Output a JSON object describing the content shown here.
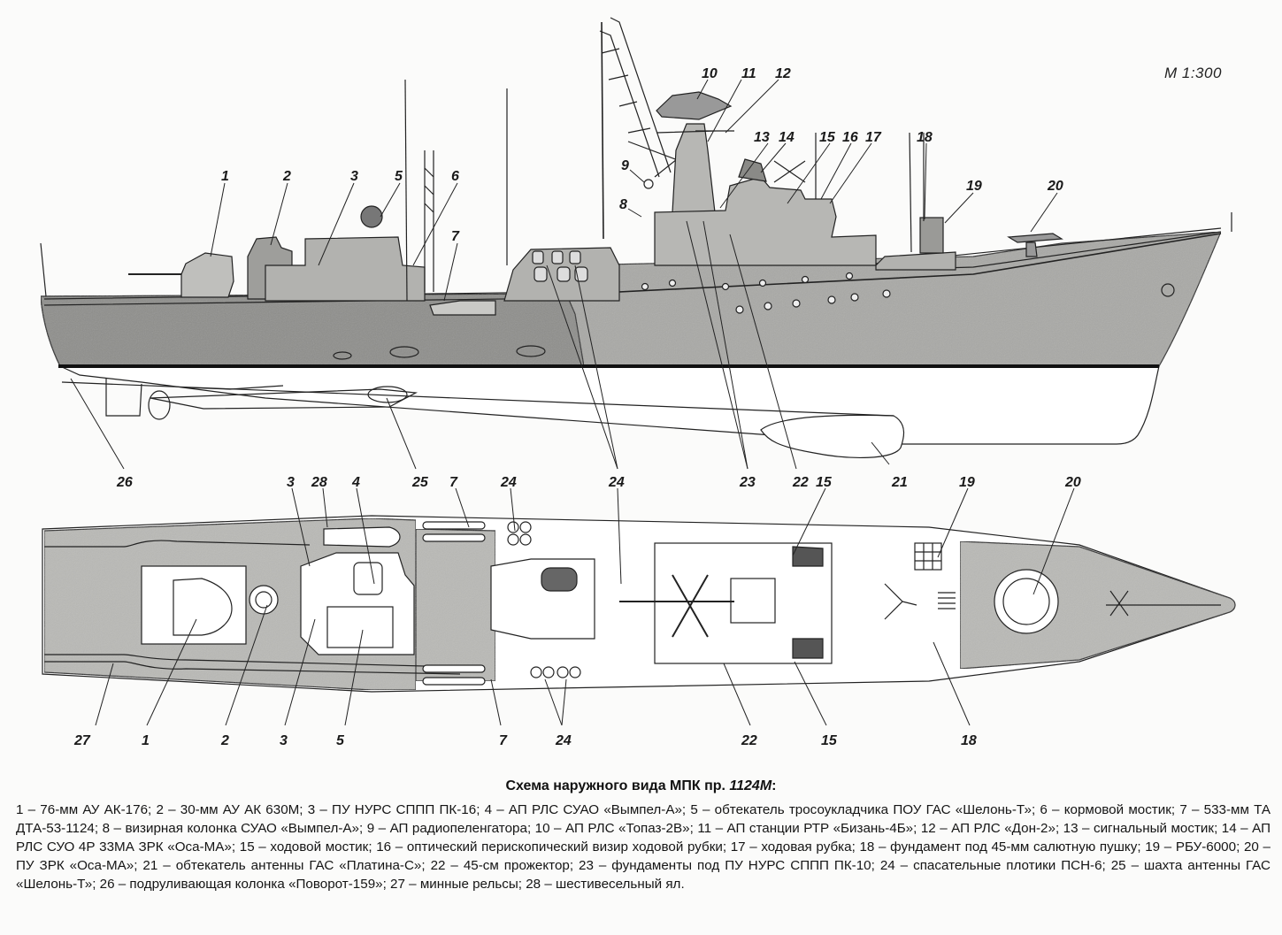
{
  "scale_label": "М 1:300",
  "caption": {
    "prefix": "Схема наружного вида МПК пр. ",
    "model": "1124М",
    "suffix": ":"
  },
  "colors": {
    "hull_upper": "#a9a9a6",
    "hull_aft_dark": "#8e8e8b",
    "deck_fill": "#b9b9b6",
    "line": "#222222",
    "underwater": "#ffffff",
    "paper": "#fbfbfa"
  },
  "side_view_callouts": [
    "1",
    "2",
    "3",
    "5",
    "6",
    "7",
    "8",
    "9",
    "10",
    "11",
    "12",
    "13",
    "14",
    "15",
    "16",
    "17",
    "18",
    "19",
    "20",
    "21",
    "22",
    "23",
    "24",
    "25",
    "26"
  ],
  "plan_view_top_callouts": [
    "3",
    "28",
    "4",
    "7",
    "24",
    "24",
    "15",
    "19",
    "20"
  ],
  "plan_view_bottom_callouts": [
    "27",
    "1",
    "2",
    "3",
    "5",
    "7",
    "24",
    "22",
    "15",
    "18"
  ],
  "legend": [
    {
      "num": "1",
      "text": "76-мм АУ АК-176"
    },
    {
      "num": "2",
      "text": "30-мм АУ АК 630М"
    },
    {
      "num": "3",
      "text": "ПУ НУРС СППП ПК-16"
    },
    {
      "num": "4",
      "text": "АП РЛС СУАО «Вымпел-А»"
    },
    {
      "num": "5",
      "text": "обтекатель тросоукладчика ПОУ ГАС «Шелонь-Т»"
    },
    {
      "num": "6",
      "text": "кормовой мостик"
    },
    {
      "num": "7",
      "text": "533-мм ТА ДТА-53-1124"
    },
    {
      "num": "8",
      "text": "визирная колонка СУАО «Вымпел-А»"
    },
    {
      "num": "9",
      "text": "АП радиопеленгатора"
    },
    {
      "num": "10",
      "text": "АП РЛС «Топаз-2В»"
    },
    {
      "num": "11",
      "text": "АП станции РТР «Бизань-4Б»"
    },
    {
      "num": "12",
      "text": "АП РЛС  «Дон-2»"
    },
    {
      "num": "13",
      "text": "сигнальный мостик"
    },
    {
      "num": "14",
      "text": "АП РЛС СУО 4Р 33МА ЗРК «Оса-МА»"
    },
    {
      "num": "15",
      "text": "ходовой мостик"
    },
    {
      "num": "16",
      "text": "оптический перископический визир ходовой рубки"
    },
    {
      "num": "17",
      "text": "ходовая рубка"
    },
    {
      "num": "18",
      "text": "фундамент под 45-мм салютную пушку"
    },
    {
      "num": "19",
      "text": "РБУ-6000"
    },
    {
      "num": "20",
      "text": "ПУ ЗРК «Оса-МА»"
    },
    {
      "num": "21",
      "text": "обтекатель антенны ГАС «Платина-С»"
    },
    {
      "num": "22",
      "text": "45-см прожектор"
    },
    {
      "num": "23",
      "text": "фундаменты под ПУ НУРС СППП ПК-10"
    },
    {
      "num": "24",
      "text": "спасательные плотики ПСН-6"
    },
    {
      "num": "25",
      "text": "шахта антенны ГАС «Шелонь-Т»"
    },
    {
      "num": "26",
      "text": "подруливающая колонка «Поворот-159»"
    },
    {
      "num": "27",
      "text": "минные рельсы"
    },
    {
      "num": "28",
      "text": "шестивесельный ял"
    }
  ]
}
